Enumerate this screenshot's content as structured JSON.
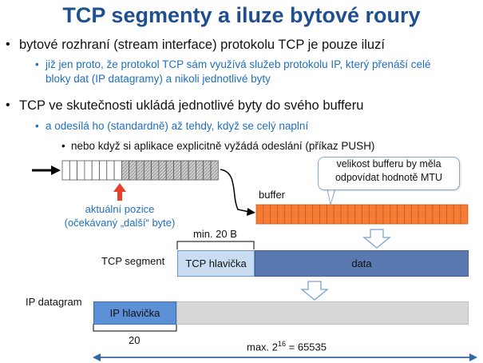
{
  "title": "TCP segmenty a iluze bytové roury",
  "bullets": {
    "b1_text": "bytové rozhraní (stream interface) protokolu TCP je pouze iluzí",
    "b1_sub_line1": "již jen proto, že protokol TCP sám využívá služeb protokolu IP, který přenáší celé",
    "b1_sub_line2": "bloky dat (IP datagramy) a nikoli jednotlivé byty",
    "b2_text": "TCP ve skutečnosti ukládá jednotlivé byty do svého bufferu",
    "b2_sub": "a odesílá ho (standardně) až tehdy, když se celý naplní",
    "b2_subsub": "nebo když si aplikace explicitně vyžádá odeslání (příkaz PUSH)"
  },
  "diagram": {
    "callout_line1": "velikost bufferu by měla",
    "callout_line2": "odpovídat hodnotě MTU",
    "buffer_label": "buffer",
    "position_line1": "aktuální pozice",
    "position_line2": "(očekávaný „další“ byte)",
    "min_label": "min. 20 B",
    "tcp_segment_label": "TCP segment",
    "tcp_header": "TCP hlavička",
    "data_label": "data",
    "ip_datagram_label": "IP datagram",
    "ip_header": "IP hlavička",
    "ip_header_size": "20",
    "max_prefix": "max. 2",
    "max_exp": "16",
    "max_suffix": " = 65535",
    "colors": {
      "title": "#1f4f8f",
      "blue_text": "#1f6fbf",
      "buffer_fill": "#f57c35",
      "tcp_header_fill": "#c9ddf2",
      "data_fill": "#5a79b0",
      "ip_header_fill": "#5b8fd6",
      "ip_body_fill": "#d8d8d8",
      "red_arrow": "#e8412a"
    }
  }
}
